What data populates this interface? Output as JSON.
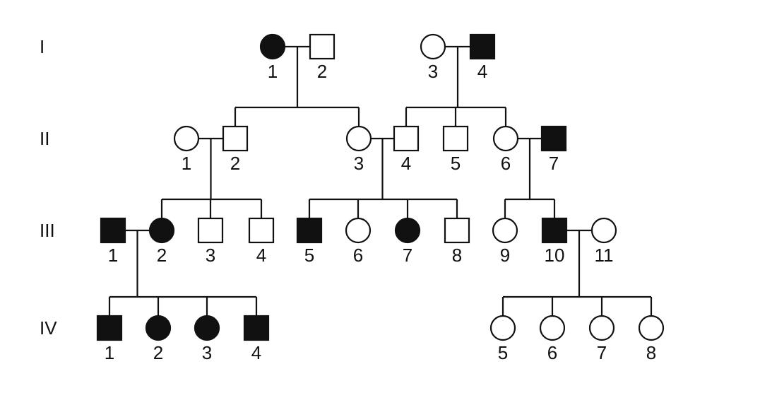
{
  "generations": [
    {
      "label": "I",
      "individuals": [
        {
          "id": "I-1",
          "number": "1",
          "sex": "female",
          "affected": true
        },
        {
          "id": "I-2",
          "number": "2",
          "sex": "male",
          "affected": false
        },
        {
          "id": "I-3",
          "number": "3",
          "sex": "female",
          "affected": false
        },
        {
          "id": "I-4",
          "number": "4",
          "sex": "male",
          "affected": true
        }
      ]
    },
    {
      "label": "II",
      "individuals": [
        {
          "id": "II-1",
          "number": "1",
          "sex": "female",
          "affected": false
        },
        {
          "id": "II-2",
          "number": "2",
          "sex": "male",
          "affected": false
        },
        {
          "id": "II-3",
          "number": "3",
          "sex": "female",
          "affected": false
        },
        {
          "id": "II-4",
          "number": "4",
          "sex": "male",
          "affected": false
        },
        {
          "id": "II-5",
          "number": "5",
          "sex": "male",
          "affected": false
        },
        {
          "id": "II-6",
          "number": "6",
          "sex": "female",
          "affected": false
        },
        {
          "id": "II-7",
          "number": "7",
          "sex": "male",
          "affected": true
        }
      ]
    },
    {
      "label": "III",
      "individuals": [
        {
          "id": "III-1",
          "number": "1",
          "sex": "male",
          "affected": true
        },
        {
          "id": "III-2",
          "number": "2",
          "sex": "female",
          "affected": true
        },
        {
          "id": "III-3",
          "number": "3",
          "sex": "male",
          "affected": false
        },
        {
          "id": "III-4",
          "number": "4",
          "sex": "male",
          "affected": false
        },
        {
          "id": "III-5",
          "number": "5",
          "sex": "male",
          "affected": true
        },
        {
          "id": "III-6",
          "number": "6",
          "sex": "female",
          "affected": false
        },
        {
          "id": "III-7",
          "number": "7",
          "sex": "female",
          "affected": true
        },
        {
          "id": "III-8",
          "number": "8",
          "sex": "male",
          "affected": false
        },
        {
          "id": "III-9",
          "number": "9",
          "sex": "female",
          "affected": false
        },
        {
          "id": "III-10",
          "number": "10",
          "sex": "male",
          "affected": true
        },
        {
          "id": "III-11",
          "number": "11",
          "sex": "female",
          "affected": false
        }
      ]
    },
    {
      "label": "IV",
      "individuals": [
        {
          "id": "IV-1",
          "number": "1",
          "sex": "male",
          "affected": true
        },
        {
          "id": "IV-2",
          "number": "2",
          "sex": "female",
          "affected": true
        },
        {
          "id": "IV-3",
          "number": "3",
          "sex": "female",
          "affected": true
        },
        {
          "id": "IV-4",
          "number": "4",
          "sex": "male",
          "affected": true
        },
        {
          "id": "IV-5",
          "number": "5",
          "sex": "female",
          "affected": false
        },
        {
          "id": "IV-6",
          "number": "6",
          "sex": "female",
          "affected": false
        },
        {
          "id": "IV-7",
          "number": "7",
          "sex": "female",
          "affected": false
        },
        {
          "id": "IV-8",
          "number": "8",
          "sex": "female",
          "affected": false
        }
      ]
    }
  ],
  "matings": [
    {
      "partners": [
        "I-1",
        "I-2"
      ],
      "children": [
        "II-2",
        "II-3"
      ]
    },
    {
      "partners": [
        "I-3",
        "I-4"
      ],
      "children": [
        "II-4",
        "II-5",
        "II-6"
      ]
    },
    {
      "partners": [
        "II-1",
        "II-2"
      ],
      "children": [
        "III-2",
        "III-3",
        "III-4"
      ]
    },
    {
      "partners": [
        "II-3",
        "II-4"
      ],
      "children": [
        "III-5",
        "III-6",
        "III-7",
        "III-8"
      ]
    },
    {
      "partners": [
        "II-6",
        "II-7"
      ],
      "children": [
        "III-9",
        "III-10"
      ]
    },
    {
      "partners": [
        "III-1",
        "III-2"
      ],
      "children": [
        "IV-1",
        "IV-2",
        "IV-3",
        "IV-4"
      ]
    },
    {
      "partners": [
        "III-10",
        "III-11"
      ],
      "children": [
        "IV-5",
        "IV-6",
        "IV-7",
        "IV-8"
      ]
    }
  ],
  "colors": {
    "affected": "#111111",
    "unaffected": "#ffffff",
    "stroke": "#111111"
  }
}
